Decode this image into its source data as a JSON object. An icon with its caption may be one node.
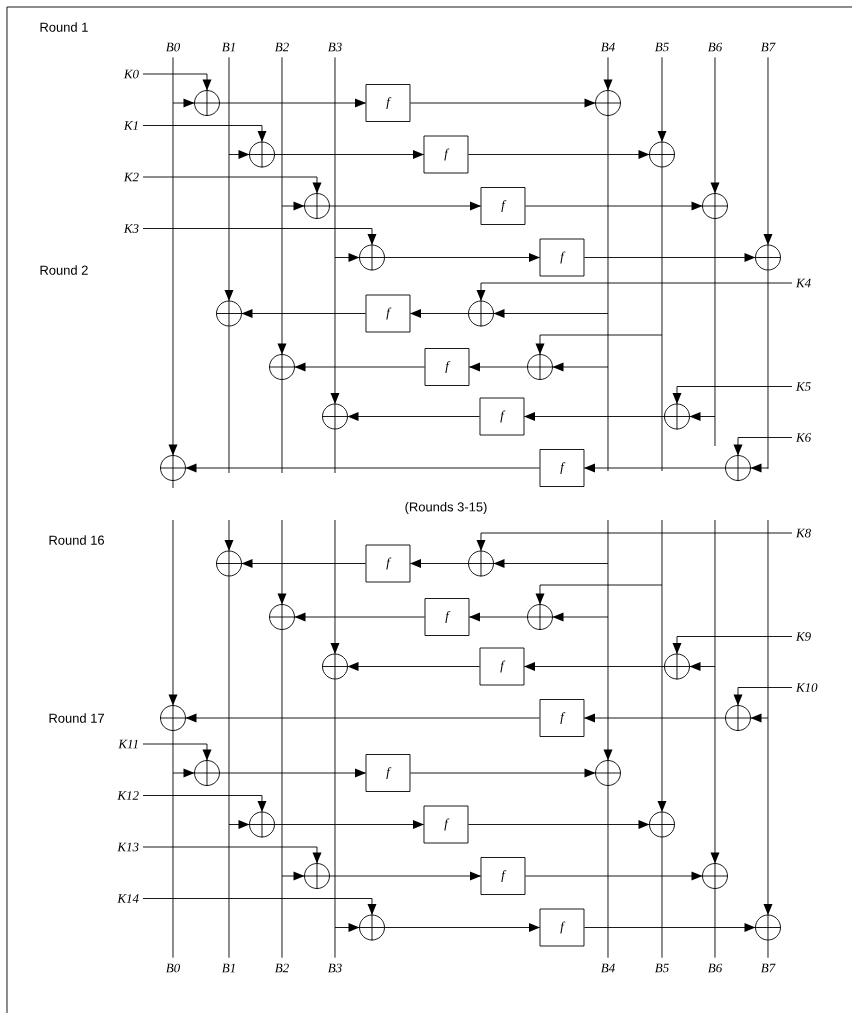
{
  "diagram": {
    "nodes": [
      {
        "text": [
          "B0"
        ]
      },
      {
        "text": [
          "B1"
        ]
      },
      {
        "text": [
          "B2"
        ]
      },
      {
        "text": [
          "B3"
        ]
      },
      {
        "text": [
          "B4"
        ]
      },
      {
        "text": [
          "B5"
        ]
      },
      {
        "text": [
          "B6"
        ]
      },
      {
        "text": [
          "B7"
        ]
      },
      {
        "text": [
          "K0"
        ]
      },
      {
        "text": [],
        "shape": "circle"
      },
      {
        "text": [
          "f"
        ]
      },
      {
        "text": [],
        "shape": "circle"
      },
      {
        "text": [
          "K1"
        ]
      },
      {
        "text": [],
        "shape": "circle"
      },
      {
        "text": [
          "f"
        ]
      },
      {
        "text": [],
        "shape": "circle"
      },
      {
        "text": [
          "K2"
        ]
      },
      {
        "text": [],
        "shape": "circle"
      },
      {
        "text": [
          "f"
        ]
      },
      {
        "text": [],
        "shape": "circle"
      },
      {
        "text": [
          "K3"
        ]
      },
      {
        "text": [],
        "shape": "circle"
      },
      {
        "text": [
          "f"
        ]
      },
      {
        "text": [],
        "shape": "circle"
      },
      {
        "text": [],
        "shape": "circle"
      },
      {
        "text": [
          "f"
        ]
      },
      {
        "text": [],
        "shape": "circle"
      },
      {
        "text": [
          "K4"
        ]
      },
      {
        "text": [],
        "shape": "circle"
      },
      {
        "text": [
          "f"
        ]
      },
      {
        "text": [],
        "shape": "circle"
      },
      {
        "text": [],
        "shape": "circle"
      },
      {
        "text": [
          "f"
        ]
      },
      {
        "text": [],
        "shape": "circle"
      },
      {
        "text": [
          "K5"
        ]
      },
      {
        "text": [],
        "shape": "circle"
      },
      {
        "text": [
          "f"
        ]
      },
      {
        "text": [],
        "shape": "circle"
      },
      {
        "text": [
          "K6"
        ]
      },
      {
        "text": [],
        "shape": "circle"
      },
      {
        "text": [
          "f"
        ]
      },
      {
        "text": [],
        "shape": "circle"
      },
      {
        "text": [
          "K8"
        ]
      },
      {
        "text": [],
        "shape": "circle"
      },
      {
        "text": [
          "f"
        ]
      },
      {
        "text": [],
        "shape": "circle"
      },
      {
        "text": [],
        "shape": "circle"
      },
      {
        "text": [
          "f"
        ]
      },
      {
        "text": [],
        "shape": "circle"
      },
      {
        "text": [
          "K9"
        ]
      },
      {
        "text": [],
        "shape": "circle"
      },
      {
        "text": [
          "f"
        ]
      },
      {
        "text": [],
        "shape": "circle"
      },
      {
        "text": [
          "K10"
        ]
      },
      {
        "text": [
          "K11"
        ]
      },
      {
        "text": [],
        "shape": "circle"
      },
      {
        "text": [
          "f"
        ]
      },
      {
        "text": [],
        "shape": "circle"
      },
      {
        "text": [
          "K12"
        ]
      },
      {
        "text": [],
        "shape": "circle"
      },
      {
        "text": [
          "f"
        ]
      },
      {
        "text": [],
        "shape": "circle"
      },
      {
        "text": [
          "K13"
        ]
      },
      {
        "text": [],
        "shape": "circle"
      },
      {
        "text": [
          "f"
        ]
      },
      {
        "text": [],
        "shape": "circle"
      },
      {
        "text": [
          "K14"
        ]
      },
      {
        "text": [],
        "shape": "circle"
      },
      {
        "text": [
          "f"
        ]
      },
      {
        "text": [],
        "shape": "circle"
      },
      {
        "text": [
          "B0"
        ]
      },
      {
        "text": [
          "B1"
        ]
      },
      {
        "text": [
          "B2"
        ]
      },
      {
        "text": [
          "B3"
        ]
      },
      {
        "text": [
          "B4"
        ]
      },
      {
        "text": [
          "B5"
        ]
      },
      {
        "text": [
          "B6"
        ]
      },
      {
        "text": [
          "B7"
        ]
      }
    ],
    "edges": [
      {
        "from": 0,
        "to": 35,
        "arrow": "to"
      },
      {
        "from": 35,
        "to": null,
        "arrow": "none"
      },
      {
        "from": 1,
        "to": 24,
        "arrow": "to"
      },
      {
        "from": 24,
        "to": null,
        "arrow": "none"
      },
      {
        "from": 2,
        "to": 28,
        "arrow": "to"
      },
      {
        "from": 28,
        "to": null,
        "arrow": "none"
      },
      {
        "from": 3,
        "to": 31,
        "arrow": "to"
      },
      {
        "from": 31,
        "to": null,
        "arrow": "none"
      },
      {
        "from": 4,
        "to": 11,
        "arrow": "to"
      },
      {
        "from": 11,
        "to": null,
        "arrow": "none"
      },
      {
        "from": 5,
        "to": 15,
        "arrow": "to"
      },
      {
        "from": 15,
        "to": null,
        "arrow": "none"
      },
      {
        "from": 6,
        "to": 19,
        "arrow": "to"
      },
      {
        "from": 19,
        "to": null,
        "arrow": "none"
      },
      {
        "from": 7,
        "to": 23,
        "arrow": "to"
      },
      {
        "from": 23,
        "to": null,
        "arrow": "none"
      },
      {
        "from": 8,
        "to": 9,
        "arrow": "to"
      },
      {
        "from": null,
        "to": 9,
        "arrow": "to"
      },
      {
        "from": 9,
        "to": 10,
        "arrow": "to"
      },
      {
        "from": 10,
        "to": 11,
        "arrow": "to"
      },
      {
        "from": 12,
        "to": 13,
        "arrow": "to"
      },
      {
        "from": null,
        "to": 13,
        "arrow": "to"
      },
      {
        "from": 13,
        "to": 14,
        "arrow": "to"
      },
      {
        "from": 14,
        "to": 15,
        "arrow": "to"
      },
      {
        "from": 16,
        "to": 17,
        "arrow": "to"
      },
      {
        "from": null,
        "to": 17,
        "arrow": "to"
      },
      {
        "from": 17,
        "to": 18,
        "arrow": "to"
      },
      {
        "from": 18,
        "to": 19,
        "arrow": "to"
      },
      {
        "from": 20,
        "to": 21,
        "arrow": "to"
      },
      {
        "from": null,
        "to": 21,
        "arrow": "to"
      },
      {
        "from": 21,
        "to": 22,
        "arrow": "to"
      },
      {
        "from": 22,
        "to": 23,
        "arrow": "to"
      },
      {
        "from": 27,
        "to": 26,
        "arrow": "to"
      },
      {
        "from": null,
        "to": 26,
        "arrow": "to"
      },
      {
        "from": 26,
        "to": 25,
        "arrow": "to"
      },
      {
        "from": 25,
        "to": 24,
        "arrow": "to"
      },
      {
        "from": null,
        "to": 30,
        "arrow": "to"
      },
      {
        "from": null,
        "to": 30,
        "arrow": "to"
      },
      {
        "from": 30,
        "to": 29,
        "arrow": "to"
      },
      {
        "from": 29,
        "to": 28,
        "arrow": "to"
      },
      {
        "from": 34,
        "to": 33,
        "arrow": "to"
      },
      {
        "from": null,
        "to": 33,
        "arrow": "to"
      },
      {
        "from": 33,
        "to": 32,
        "arrow": "to"
      },
      {
        "from": 32,
        "to": 31,
        "arrow": "to"
      },
      {
        "from": 38,
        "to": 37,
        "arrow": "to"
      },
      {
        "from": null,
        "to": 37,
        "arrow": "to"
      },
      {
        "from": 37,
        "to": 36,
        "arrow": "to"
      },
      {
        "from": 36,
        "to": 35,
        "arrow": "to"
      },
      {
        "from": 42,
        "to": 41,
        "arrow": "to"
      },
      {
        "from": null,
        "to": 41,
        "arrow": "to"
      },
      {
        "from": 41,
        "to": 40,
        "arrow": "to"
      },
      {
        "from": 40,
        "to": 39,
        "arrow": "to"
      },
      {
        "from": null,
        "to": 45,
        "arrow": "to"
      },
      {
        "from": null,
        "to": 45,
        "arrow": "to"
      },
      {
        "from": 45,
        "to": 44,
        "arrow": "to"
      },
      {
        "from": 44,
        "to": 43,
        "arrow": "to"
      },
      {
        "from": 49,
        "to": 48,
        "arrow": "to"
      },
      {
        "from": null,
        "to": 48,
        "arrow": "to"
      },
      {
        "from": 48,
        "to": 47,
        "arrow": "to"
      },
      {
        "from": 47,
        "to": 46,
        "arrow": "to"
      },
      {
        "from": 53,
        "to": 52,
        "arrow": "to"
      },
      {
        "from": null,
        "to": 52,
        "arrow": "to"
      },
      {
        "from": 52,
        "to": 51,
        "arrow": "to"
      },
      {
        "from": 51,
        "to": 50,
        "arrow": "to"
      },
      {
        "from": null,
        "to": 50,
        "arrow": "to"
      },
      {
        "from": 50,
        "to": 70,
        "arrow": "none"
      },
      {
        "from": null,
        "to": 39,
        "arrow": "to"
      },
      {
        "from": 39,
        "to": 71,
        "arrow": "none"
      },
      {
        "from": null,
        "to": 43,
        "arrow": "to"
      },
      {
        "from": 43,
        "to": 72,
        "arrow": "none"
      },
      {
        "from": null,
        "to": 46,
        "arrow": "to"
      },
      {
        "from": 46,
        "to": 73,
        "arrow": "none"
      },
      {
        "from": null,
        "to": 57,
        "arrow": "to"
      },
      {
        "from": 57,
        "to": 74,
        "arrow": "none"
      },
      {
        "from": null,
        "to": 61,
        "arrow": "to"
      },
      {
        "from": 61,
        "to": 75,
        "arrow": "none"
      },
      {
        "from": null,
        "to": 65,
        "arrow": "to"
      },
      {
        "from": 65,
        "to": 76,
        "arrow": "none"
      },
      {
        "from": null,
        "to": 69,
        "arrow": "to"
      },
      {
        "from": 69,
        "to": 77,
        "arrow": "none"
      },
      {
        "from": 54,
        "to": 55,
        "arrow": "to"
      },
      {
        "from": null,
        "to": 55,
        "arrow": "to"
      },
      {
        "from": 55,
        "to": 56,
        "arrow": "to"
      },
      {
        "from": 56,
        "to": 57,
        "arrow": "to"
      },
      {
        "from": 58,
        "to": 59,
        "arrow": "to"
      },
      {
        "from": null,
        "to": 59,
        "arrow": "to"
      },
      {
        "from": 59,
        "to": 60,
        "arrow": "to"
      },
      {
        "from": 60,
        "to": 61,
        "arrow": "to"
      },
      {
        "from": 62,
        "to": 63,
        "arrow": "to"
      },
      {
        "from": null,
        "to": 63,
        "arrow": "to"
      },
      {
        "from": 63,
        "to": 64,
        "arrow": "to"
      },
      {
        "from": 64,
        "to": 65,
        "arrow": "to"
      },
      {
        "from": 66,
        "to": 67,
        "arrow": "to"
      },
      {
        "from": null,
        "to": 67,
        "arrow": "to"
      },
      {
        "from": 67,
        "to": 68,
        "arrow": "to"
      },
      {
        "from": 68,
        "to": 69,
        "arrow": "to"
      }
    ],
    "labels": [
      "Round 1",
      "Round 2",
      "(Rounds 3-15)",
      "Round 16",
      "Round 17"
    ]
  }
}
